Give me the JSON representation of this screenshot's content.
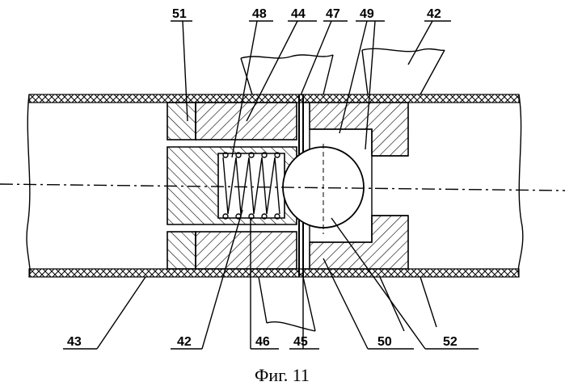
{
  "figure": {
    "caption": "Фиг. 11",
    "labels": {
      "l51": "51",
      "l48": "48",
      "l44": "44",
      "l47": "47",
      "l49": "49",
      "l42_top": "42",
      "l43": "43",
      "l42_bottom": "42",
      "l46": "46",
      "l45": "45",
      "l50": "50",
      "l52": "52"
    }
  }
}
